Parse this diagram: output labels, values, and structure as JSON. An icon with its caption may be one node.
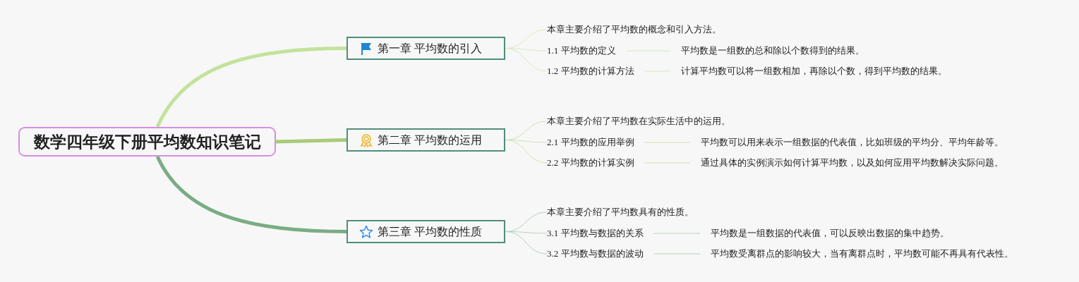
{
  "diagram": {
    "nodes": [
      {
        "text": [
          "数学四年级下册平均数知识笔记"
        ]
      },
      {
        "text": [
          "第一章 平均数的引入"
        ]
      },
      {
        "text": [
          "本章主要介绍了平均数的概念和引入方法。"
        ]
      },
      {
        "text": [
          "1.1 平均数的定义"
        ]
      },
      {
        "text": [
          "平均数是一组数的总和除以个数得到的结果。"
        ]
      },
      {
        "text": [
          "1.2 平均数的计算方法"
        ]
      },
      {
        "text": [
          "计算平均数可以将一组数相加，再除以个数，得到平均数的结果。"
        ]
      },
      {
        "text": [
          "第二章 平均数的运用"
        ]
      },
      {
        "text": [
          "本章主要介绍了平均数在实际生活中的运用。"
        ]
      },
      {
        "text": [
          "2.1 平均数的应用举例"
        ]
      },
      {
        "text": [
          "平均数可以用来表示一组数据的代表值，比如班级的平均分、平均年龄等。"
        ]
      },
      {
        "text": [
          "2.2 平均数的计算实例"
        ]
      },
      {
        "text": [
          "通过具体的实例演示如何计算平均数，以及如何应用平均数解决实际问题。"
        ]
      },
      {
        "text": [
          "第三章 平均数的性质"
        ]
      },
      {
        "text": [
          "本章主要介绍了平均数具有的性质。"
        ]
      },
      {
        "text": [
          "3.1 平均数与数据的关系"
        ]
      },
      {
        "text": [
          "平均数是一组数据的代表值，可以反映出数据的集中趋势。"
        ]
      },
      {
        "text": [
          "3.2 平均数与数据的波动"
        ]
      },
      {
        "text": [
          "平均数受离群点的影响较大，当有离群点时，平均数可能不再具有代表性。"
        ]
      }
    ],
    "edges": [
      {
        "from": 0,
        "to": 1,
        "arrow": "none",
        "style": "thick",
        "color": "#c3e29c"
      },
      {
        "from": 0,
        "to": 7,
        "arrow": "none",
        "style": "thick",
        "color": "#a8cb78"
      },
      {
        "from": 0,
        "to": 13,
        "arrow": "none",
        "style": "thick",
        "color": "#7aac84"
      },
      {
        "from": 1,
        "to": 2,
        "arrow": "none",
        "color": "#d8ebbf"
      },
      {
        "from": 1,
        "to": 3,
        "arrow": "none",
        "color": "#d8ebbf"
      },
      {
        "from": 3,
        "to": 4,
        "arrow": "none",
        "color": "#d8ebbf"
      },
      {
        "from": 1,
        "to": 5,
        "arrow": "none",
        "color": "#d8ebbf"
      },
      {
        "from": 5,
        "to": 6,
        "arrow": "none",
        "color": "#d8ebbf"
      },
      {
        "from": 7,
        "to": 8,
        "arrow": "none",
        "color": "#cfe1b4"
      },
      {
        "from": 7,
        "to": 9,
        "arrow": "none",
        "color": "#cfe1b4"
      },
      {
        "from": 9,
        "to": 10,
        "arrow": "none",
        "color": "#cfe1b4"
      },
      {
        "from": 7,
        "to": 11,
        "arrow": "none",
        "color": "#cfe1b4"
      },
      {
        "from": 11,
        "to": 12,
        "arrow": "none",
        "color": "#cfe1b4"
      },
      {
        "from": 13,
        "to": 14,
        "arrow": "none",
        "color": "#b3d2bb"
      },
      {
        "from": 13,
        "to": 15,
        "arrow": "none",
        "color": "#b3d2bb"
      },
      {
        "from": 15,
        "to": 16,
        "arrow": "none",
        "color": "#b3d2bb"
      },
      {
        "from": 13,
        "to": 17,
        "arrow": "none",
        "color": "#b3d2bb"
      },
      {
        "from": 17,
        "to": 18,
        "arrow": "none",
        "color": "#b3d2bb"
      }
    ]
  }
}
